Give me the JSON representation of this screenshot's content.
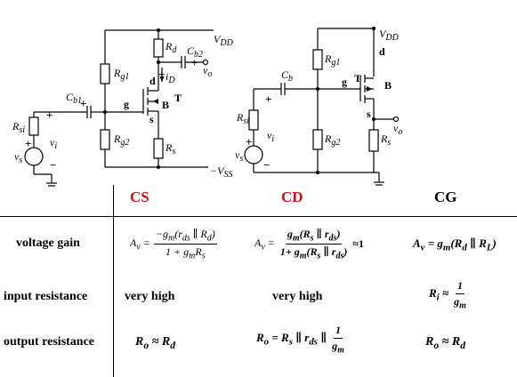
{
  "headers": {
    "cs": "CS",
    "cd": "CD",
    "cg": "CG"
  },
  "rows": [
    {
      "label": "voltage gain",
      "cs": {
        "lhs": "A",
        "lhs_sub": "v",
        "num": "−g",
        "num_sub": "m",
        "num_rest": "(r",
        "num_rds": "ds",
        "num_end": " ∥ R",
        "num_rd": "d",
        "num_close": ")",
        "den": "1 + g",
        "den_sub": "m",
        "den_rest": "R",
        "den_rs": "s"
      },
      "cd": {
        "lhs": "A",
        "lhs_sub": "v",
        "num": "g",
        "num_sub": "m",
        "num_rest": "(R",
        "num_rs": "s",
        "num_mid": " ∥ r",
        "num_rds": "ds",
        "num_close": ")",
        "den": "1+ g",
        "den_sub": "m",
        "den_rest": "(R",
        "den_rs": "s",
        "den_mid": " ∥ r",
        "den_rds": "ds",
        "den_close": ")",
        "approx": "≈1"
      },
      "cg": {
        "text": "A",
        "sub": "v",
        "rest": " = g",
        "gm_sub": "m",
        "tail": "(R",
        "rd": "d",
        "mid": " ∥ R",
        "rl": "L",
        "close": ")"
      }
    },
    {
      "label": "input resistance",
      "cs": {
        "text": "very high"
      },
      "cd": {
        "text": "very high"
      },
      "cg": {
        "lhs": "R",
        "lhs_sub": "i",
        "approx": "≈",
        "num": "1",
        "den": "g",
        "den_sub": "m"
      }
    },
    {
      "label": "output resistance",
      "cs": {
        "lhs": "R",
        "lhs_sub": "o",
        "approx": "≈",
        "rhs": "R",
        "rhs_sub": "d"
      },
      "cd": {
        "lhs": "R",
        "lhs_sub": "o",
        "eq": " = R",
        "rs": "s",
        "mid": " ∥ r",
        "rds": "ds",
        "par": " ∥ ",
        "num": "1",
        "den": "g",
        "den_sub": "m"
      },
      "cg": {
        "lhs": "R",
        "lhs_sub": "o",
        "approx": "≈",
        "rhs": "R",
        "rhs_sub": "d"
      }
    }
  ],
  "circuit_cs": {
    "vdd": "V",
    "vdd_sub": "DD",
    "vss": "−V",
    "vss_sub": "SS",
    "rd": "R",
    "rd_sub": "d",
    "rg1": "R",
    "rg1_sub": "g1",
    "rg2": "R",
    "rg2_sub": "g2",
    "rs": "R",
    "rs_sub": "s",
    "rsig": "R",
    "rsig_sub": "si",
    "cb1": "C",
    "cb1_sub": "b1",
    "cb2": "C",
    "cb2_sub": "b2",
    "vo": "v",
    "vo_sub": "o",
    "vi": "v",
    "vi_sub": "i",
    "vs": "v",
    "vs_sub": "s",
    "id": "i",
    "id_sub": "D",
    "g": "g",
    "d": "d",
    "s": "s",
    "t": "T",
    "b": "B"
  },
  "circuit_cd": {
    "vdd": "V",
    "vdd_sub": "DD",
    "rg1": "R",
    "rg1_sub": "g1",
    "rg2": "R",
    "rg2_sub": "g2",
    "rs": "R",
    "rs_sub": "s",
    "rsig": "R",
    "rsig_sub": "si",
    "cb": "C",
    "cb_sub": "b",
    "vo": "v",
    "vo_sub": "o",
    "vi": "v",
    "vi_sub": "i",
    "vs": "v",
    "vs_sub": "s",
    "g": "g",
    "d": "d",
    "s": "s",
    "t": "T",
    "b": "B"
  }
}
